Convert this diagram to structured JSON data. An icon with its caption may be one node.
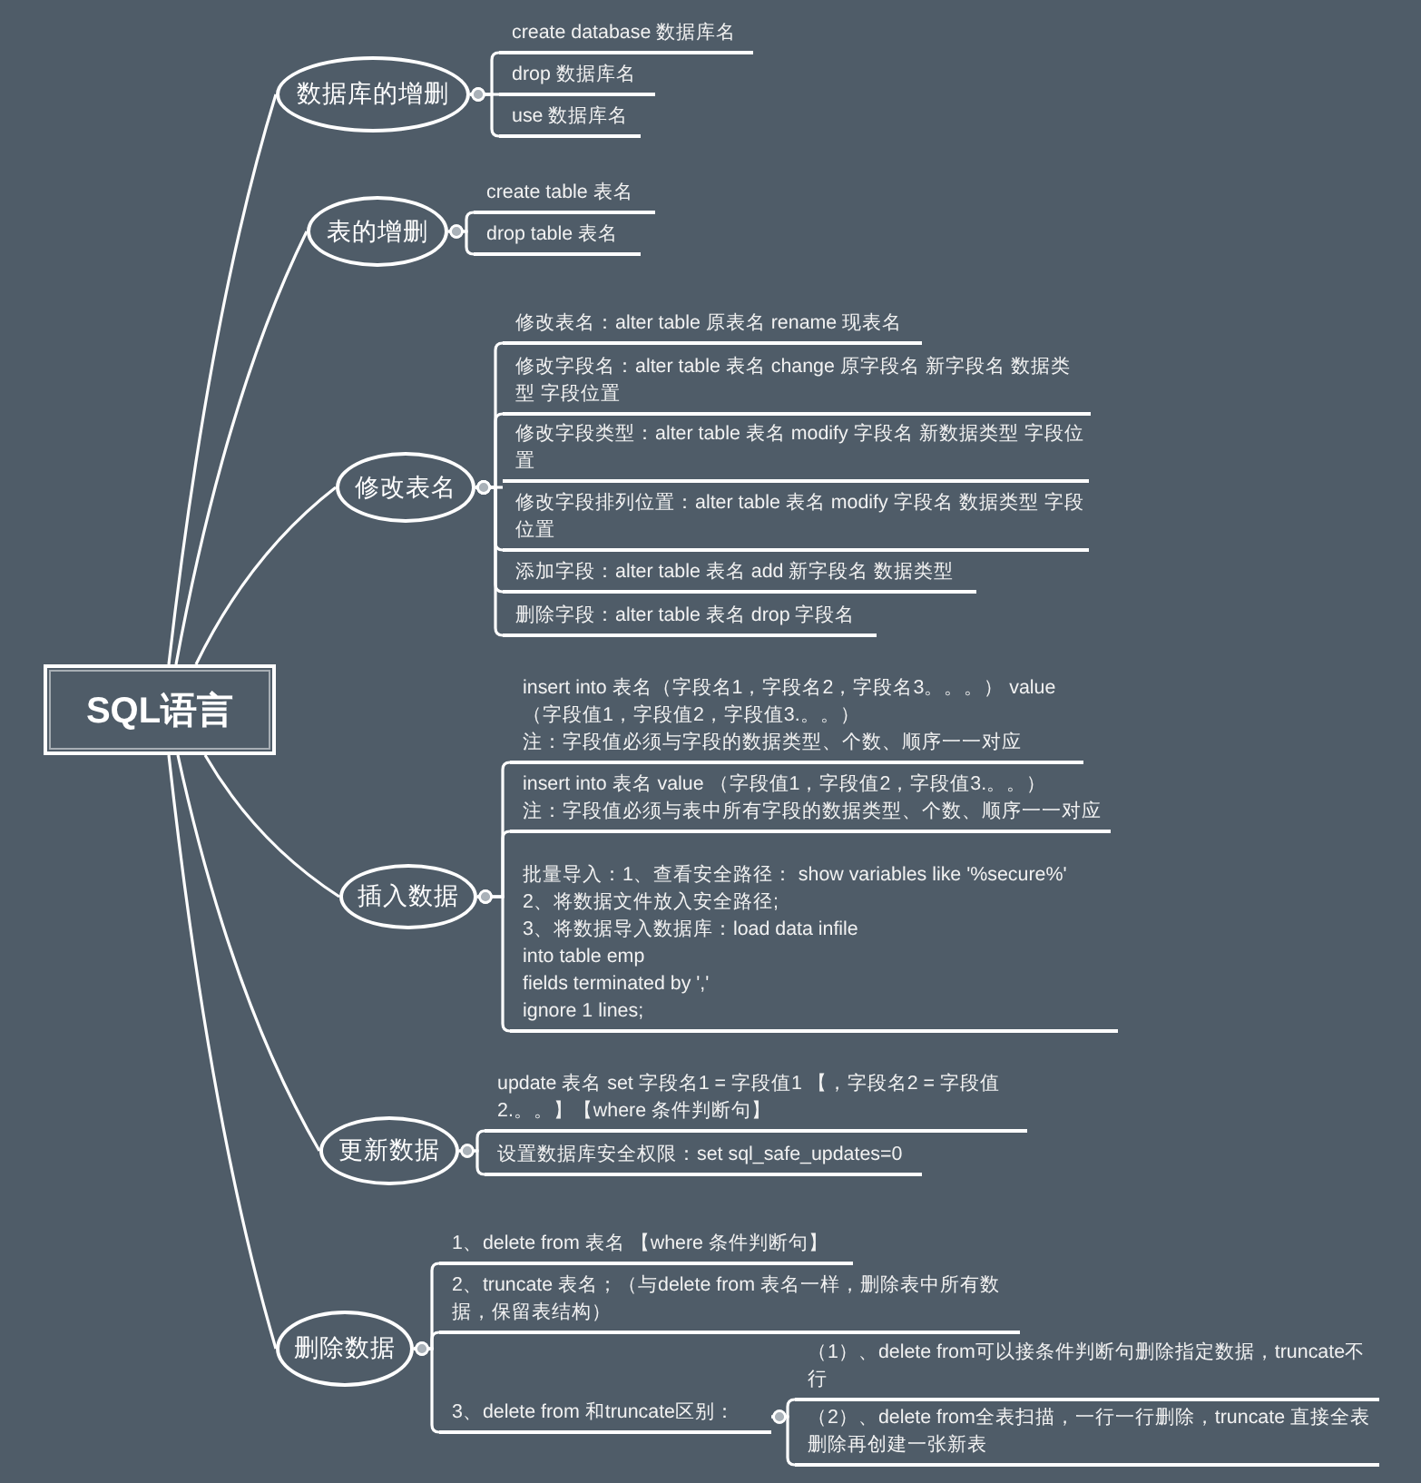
{
  "diagram": {
    "nodes": [
      {
        "text": [
          "SQL语言"
        ]
      },
      {
        "text": [
          "数据库的增删"
        ]
      },
      {
        "text": [
          "create database 数据库名"
        ]
      },
      {
        "text": [
          "drop 数据库名"
        ]
      },
      {
        "text": [
          "use 数据库名"
        ]
      },
      {
        "text": [
          "表的增删"
        ]
      },
      {
        "text": [
          "create table 表名"
        ]
      },
      {
        "text": [
          "drop table 表名"
        ]
      },
      {
        "text": [
          "修改表名"
        ]
      },
      {
        "text": [
          "修改表名：alter table 原表名 rename 现表名"
        ]
      },
      {
        "text": [
          "修改字段名：alter table 表名 change 原字段名 新字段名 数据类型 字段位置"
        ]
      },
      {
        "text": [
          "修改字段类型：alter table 表名 modify 字段名 新数据类型 字段位置"
        ]
      },
      {
        "text": [
          "修改字段排列位置：alter table 表名 modify 字段名 数据类型 字段位置"
        ]
      },
      {
        "text": [
          "添加字段：alter table 表名 add 新字段名 数据类型"
        ]
      },
      {
        "text": [
          "删除字段：alter table 表名 drop 字段名"
        ]
      },
      {
        "text": [
          "插入数据"
        ]
      },
      {
        "text": [
          "insert into 表名（字段名1，字段名2，字段名3。。。） value （字段值1，字段值2，字段值3.。。）",
          "注：字段值必须与字段的数据类型、个数、顺序一一对应"
        ]
      },
      {
        "text": [
          "insert into 表名 value （字段值1，字段值2，字段值3.。。）",
          "注：字段值必须与表中所有字段的数据类型、个数、顺序一一对应"
        ]
      },
      {
        "text": [
          "批量导入：1、查看安全路径： show variables like '%secure%'",
          "2、将数据文件放入安全路径;",
          "3、将数据导入数据库：load data infile",
          "into table emp",
          "fields terminated by ','",
          "ignore 1 lines;"
        ]
      },
      {
        "text": [
          "更新数据"
        ]
      },
      {
        "text": [
          "update 表名 set 字段名1 = 字段值1 【，字段名2 = 字段值2.。。】【where 条件判断句】"
        ]
      },
      {
        "text": [
          "设置数据库安全权限：set sql_safe_updates=0"
        ]
      },
      {
        "text": [
          "删除数据"
        ]
      },
      {
        "text": [
          "1、delete from 表名 【where 条件判断句】"
        ]
      },
      {
        "text": [
          "2、truncate 表名；（与delete from 表名一样，删除表中所有数据，保留表结构）"
        ]
      },
      {
        "text": [
          "3、delete from 和truncate区别："
        ]
      },
      {
        "text": [
          "（1）、delete from可以接条件判断句删除指定数据，truncate不行"
        ]
      },
      {
        "text": [
          "（2）、delete from全表扫描，一行一行删除，truncate 直接全表删除再创建一张新表"
        ]
      }
    ],
    "edges": [
      {
        "from": 0,
        "to": 1,
        "arrow": "none"
      },
      {
        "from": 0,
        "to": 5,
        "arrow": "none"
      },
      {
        "from": 0,
        "to": 8,
        "arrow": "none"
      },
      {
        "from": 0,
        "to": 15,
        "arrow": "none"
      },
      {
        "from": 0,
        "to": 19,
        "arrow": "none"
      },
      {
        "from": 0,
        "to": 22,
        "arrow": "none"
      },
      {
        "from": 1,
        "to": 2,
        "arrow": "other"
      },
      {
        "from": 1,
        "to": 3,
        "arrow": "other"
      },
      {
        "from": 1,
        "to": 4,
        "arrow": "other"
      },
      {
        "from": 5,
        "to": 6,
        "arrow": "other"
      },
      {
        "from": 5,
        "to": 7,
        "arrow": "other"
      },
      {
        "from": 8,
        "to": 9,
        "arrow": "other"
      },
      {
        "from": 8,
        "to": 10,
        "arrow": "other"
      },
      {
        "from": 8,
        "to": 11,
        "arrow": "other"
      },
      {
        "from": 8,
        "to": 12,
        "arrow": "other"
      },
      {
        "from": 8,
        "to": 13,
        "arrow": "other"
      },
      {
        "from": 8,
        "to": 14,
        "arrow": "other"
      },
      {
        "from": 15,
        "to": 16,
        "arrow": "other"
      },
      {
        "from": 15,
        "to": 17,
        "arrow": "other"
      },
      {
        "from": 15,
        "to": 18,
        "arrow": "other"
      },
      {
        "from": 19,
        "to": 20,
        "arrow": "other"
      },
      {
        "from": 19,
        "to": 21,
        "arrow": "other"
      },
      {
        "from": 22,
        "to": 23,
        "arrow": "other"
      },
      {
        "from": 22,
        "to": 24,
        "arrow": "other"
      },
      {
        "from": 22,
        "to": 25,
        "arrow": "other"
      },
      {
        "from": 25,
        "to": 26,
        "arrow": "other"
      },
      {
        "from": 25,
        "to": 27,
        "arrow": "other"
      }
    ]
  }
}
